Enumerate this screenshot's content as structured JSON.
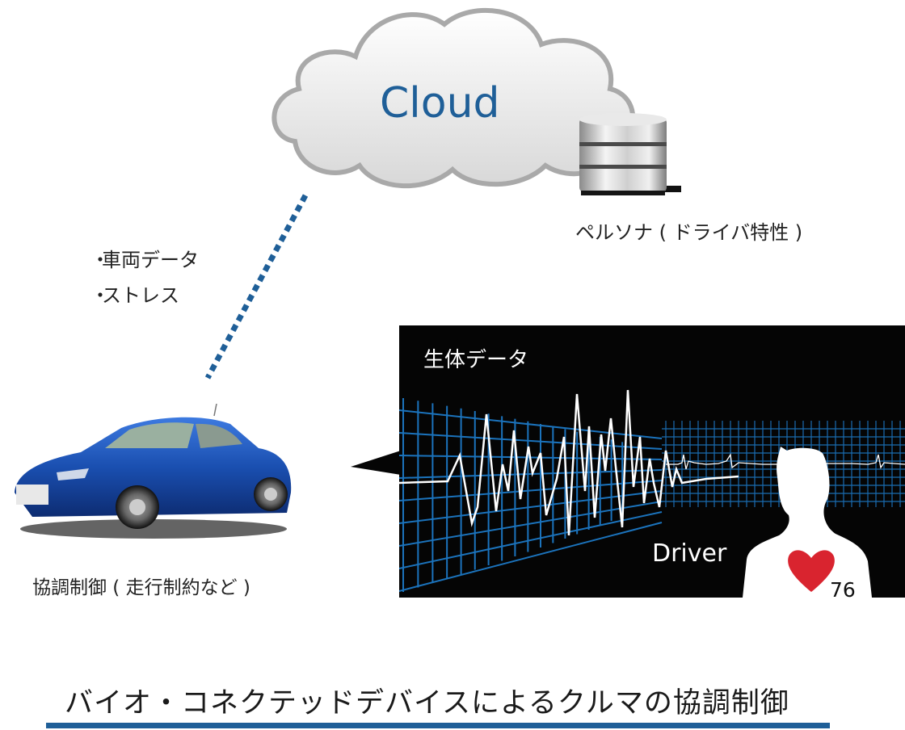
{
  "cloud": {
    "label": "Cloud",
    "color": "#1f5f98"
  },
  "database": {
    "label": "ペルソナ ( ドライバ特性 )"
  },
  "link": {
    "color": "#1f5f98",
    "style": "dotted"
  },
  "vehicle_data": {
    "bullet": "・",
    "items": [
      "車両データ",
      "ストレス"
    ]
  },
  "car": {
    "caption": "協調制御 ( 走行制約など )",
    "body_color": "#1a4fb0"
  },
  "bio_panel": {
    "title": "生体データ",
    "driver_label": "Driver",
    "heart_rate": "76",
    "grid_color": "#1e7fd0",
    "heart_color": "#d9242f"
  },
  "footer": {
    "title": "バイオ・コネクテッドデバイスによるクルマの協調制御",
    "rule_color": "#1f5f98"
  }
}
